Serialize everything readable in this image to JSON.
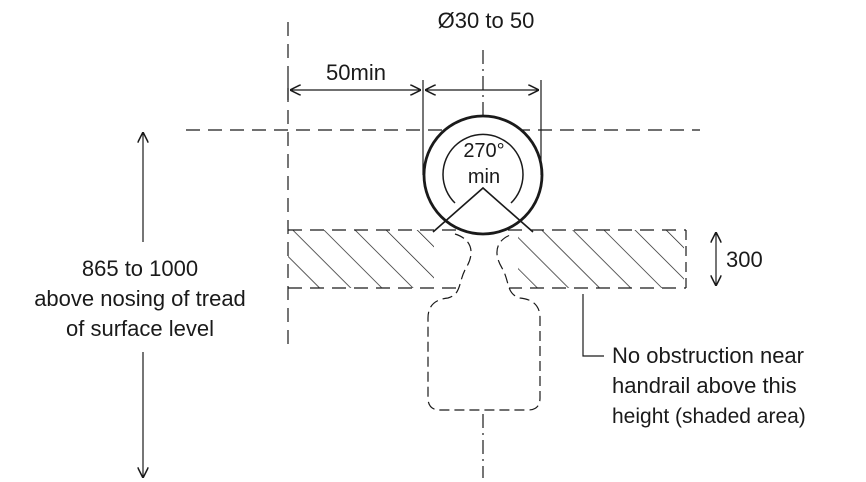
{
  "colors": {
    "ink": "#1a1a1a",
    "background": "#ffffff"
  },
  "labels": {
    "diameter": "Ø30 to 50",
    "clearance": "50min",
    "wrap_angle": "270°",
    "wrap_angle_suffix": "min",
    "zone_depth": "300",
    "height_line1": "865 to 1000",
    "height_line2": "above nosing of tread",
    "height_line3": "of surface level",
    "note_line1": "No obstruction near",
    "note_line2": "handrail above this",
    "note_line3": "height (shaded area)"
  }
}
